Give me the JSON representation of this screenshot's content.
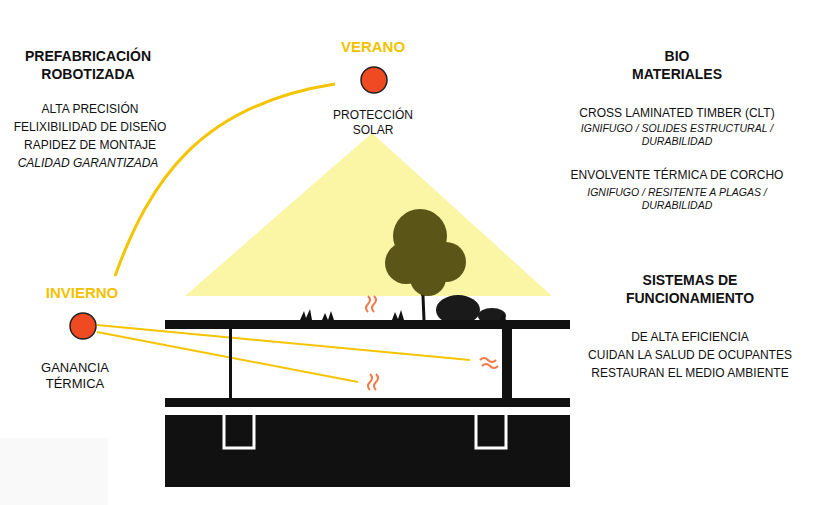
{
  "diagram": {
    "labels": [
      "PREFABRICACIÓN ROBOTIZADA",
      "ALTA PRECISIÓN",
      "FELIXIBILIDAD DE DISEÑO",
      "RAPIDEZ DE MONTAJE",
      "CALIDAD GARANTIZADA",
      "VERANO",
      "PROTECCIÓN SOLAR",
      "BIO MATERIALES",
      "CROSS LAMINATED TIMBER (CLT)",
      "IGNIFUGO / SOLIDES ESTRUCTURAL / DURABILIDAD",
      "ENVOLVENTE TÉRMICA DE CORCHO",
      "IGNIFUGO / RESITENTE A PLAGAS / DURABILIDAD",
      "INVIERNO",
      "GANANCIA TÉRMICA",
      "SISTEMAS DE FUNCIONAMIENTO",
      "DE ALTA EFICIENCIA",
      "CUIDAN LA SALUD DE OCUPANTES",
      "RESTAURAN EL MEDIO AMBIENTE"
    ]
  }
}
